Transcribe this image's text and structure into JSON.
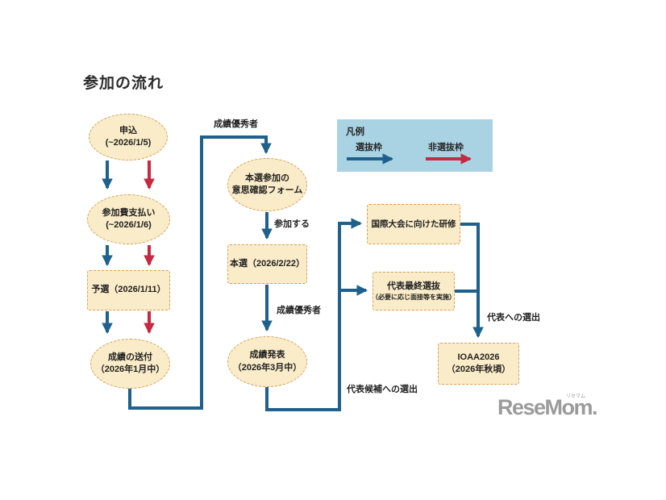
{
  "title": "参加の流れ",
  "legend": {
    "title": "凡例",
    "items": [
      {
        "label": "選抜枠"
      },
      {
        "label": "非選抜枠"
      }
    ]
  },
  "nodes": {
    "apply": {
      "label": "申込",
      "sub": "(~2026/1/5)"
    },
    "payment": {
      "label": "参加費支払い",
      "sub": "(~2026/1/6)"
    },
    "preliminary": {
      "label": "予選（2026/1/11）"
    },
    "results_sent": {
      "label": "成績の送付",
      "sub": "（2026年1月中）"
    },
    "intent_form": {
      "label": "本選参加の",
      "sub": "意思確認フォーム"
    },
    "final_round": {
      "label": "本選（2026/2/22）"
    },
    "results_announcement": {
      "label": "成績発表",
      "sub": "（2026年3月中）"
    },
    "training": {
      "label": "国際大会に向けた研修"
    },
    "final_selection": {
      "label": "代表最終選抜",
      "sub": "（必要に応じ面接等を実施）"
    },
    "ioaa": {
      "label": "IOAA2026",
      "sub": "（2026年秋頃）"
    }
  },
  "edge_labels": {
    "top_performers_1": "成績優秀者",
    "participate": "参加する",
    "top_performers_2": "成績優秀者",
    "candidate_selection": "代表候補への選出",
    "representative_selection": "代表への選出"
  },
  "colors": {
    "selected_path": "#1E618C",
    "non_selected_path": "#C62942",
    "node_fill": "#FAECC8",
    "node_border": "#D5A05C",
    "legend_bg": "#A9D3E3"
  },
  "logo": {
    "text": "ReseMom.",
    "ruby": "リセマム"
  }
}
